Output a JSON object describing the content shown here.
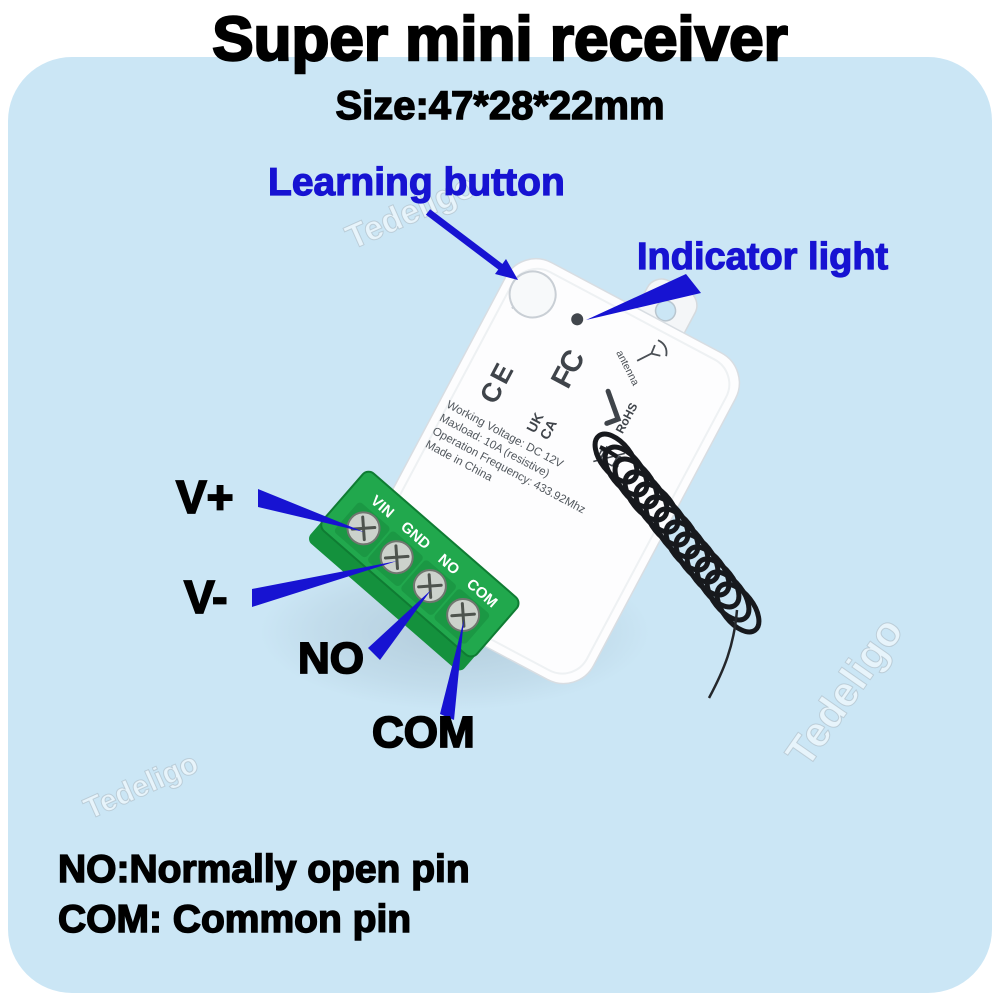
{
  "title": "Super mini receiver",
  "subtitle": "Size:47*28*22mm",
  "callouts": {
    "learning_button": "Learning button",
    "indicator_light": "Indicator light",
    "v_plus": "V+",
    "v_minus": "V-",
    "no_pin": "NO",
    "com_pin": "COM"
  },
  "device": {
    "terminals": [
      "VIN",
      "GND",
      "NO",
      "COM"
    ],
    "certifications": {
      "fcc": "FC",
      "ce": "CE",
      "ukca_line1": "UK",
      "ukca_line2": "CA",
      "rohs": "RoHS",
      "antenna_label": "antenna"
    },
    "specs": [
      "Working Voltage: DC 12V",
      "Maxload: 10A (resistive)",
      "Operation Frequency: 433.92Mhz",
      "Made in China"
    ]
  },
  "legend": {
    "no_line": "NO:Normally open pin",
    "com_line": "COM: Common pin"
  },
  "watermark": "Tedeligo",
  "colors": {
    "panel": "#cbe6f5",
    "callout_blue": "#1713d2",
    "terminal_green": "#21a84d",
    "device_white": "#fdfdfe",
    "text": "#000000"
  }
}
